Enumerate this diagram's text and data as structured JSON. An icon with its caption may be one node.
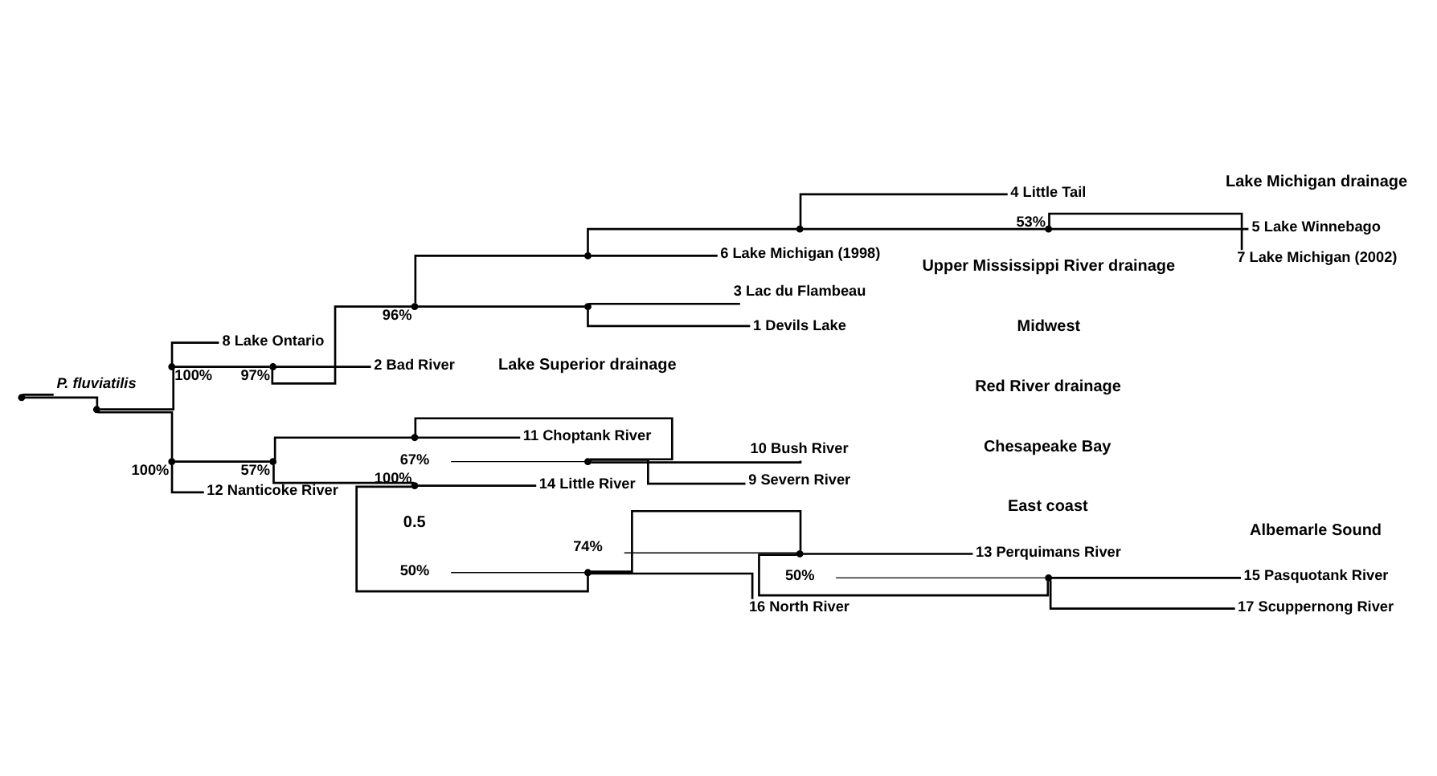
{
  "diagram": {
    "nodes": [
      {
        "text": [],
        "shape": "point"
      },
      {
        "text": [
          "P. fluviatilis"
        ]
      },
      {
        "text": [],
        "shape": "point"
      },
      {
        "text": [],
        "shape": "point",
        "beside": [
          "100%"
        ]
      },
      {
        "text": [
          "8 Lake Ontario"
        ]
      },
      {
        "text": [],
        "shape": "point",
        "beside": [
          "97%"
        ]
      },
      {
        "text": [
          "2 Bad River"
        ]
      },
      {
        "text": [],
        "shape": "point",
        "beside": [
          "96%"
        ]
      },
      {
        "text": [],
        "shape": "point"
      },
      {
        "text": [
          "6 Lake Michigan (1998)"
        ]
      },
      {
        "text": [],
        "shape": "point"
      },
      {
        "text": [],
        "shape": "point",
        "beside": [
          "53%"
        ]
      },
      {
        "text": [
          "7 Lake Michigan (2002)"
        ]
      },
      {
        "text": [
          "5 Lake Winnebago"
        ]
      },
      {
        "text": [
          "4 Little Tail"
        ]
      },
      {
        "text": [],
        "shape": "point"
      },
      {
        "text": [
          "1 Devils Lake"
        ]
      },
      {
        "text": [
          "3 Lac du Flambeau"
        ]
      },
      {
        "text": [],
        "shape": "point",
        "beside": [
          "100%"
        ]
      },
      {
        "text": [],
        "shape": "point",
        "beside": [
          "57%"
        ]
      },
      {
        "text": [],
        "shape": "point",
        "beside": [
          "100%"
        ]
      },
      {
        "text": [],
        "shape": "point"
      },
      {
        "text": [],
        "shape": "point"
      },
      {
        "text": [],
        "shape": "point"
      },
      {
        "text": [
          "17 Scuppernong River"
        ]
      },
      {
        "text": [
          "15 Pasquotank River"
        ]
      },
      {
        "text": [
          "13 Perquimans River"
        ]
      },
      {
        "text": [
          "16 North River"
        ]
      },
      {
        "text": [
          "14 Little River"
        ]
      },
      {
        "text": [],
        "shape": "point"
      },
      {
        "text": [],
        "shape": "point"
      },
      {
        "text": [
          "9 Severn River"
        ]
      },
      {
        "text": [
          "10 Bush River"
        ]
      },
      {
        "text": [
          "11 Choptank River"
        ]
      },
      {
        "text": [
          "12 Nanticoke River"
        ]
      },
      {
        "text": [
          "50%"
        ]
      },
      {
        "text": [
          "74%"
        ]
      },
      {
        "text": [
          "50%"
        ]
      },
      {
        "text": [
          "67%"
        ]
      }
    ],
    "edges": [
      {
        "from": 0,
        "to": 1,
        "arrow": "none"
      },
      {
        "from": 0,
        "to": 2,
        "arrow": "none"
      },
      {
        "from": 2,
        "to": 3,
        "arrow": "none"
      },
      {
        "from": 3,
        "to": 5,
        "arrow": "none"
      },
      {
        "from": 3,
        "to": 4,
        "arrow": "none"
      },
      {
        "from": 5,
        "to": 7,
        "arrow": "none"
      },
      {
        "from": 5,
        "to": 6,
        "arrow": "none"
      },
      {
        "from": 7,
        "to": 8,
        "arrow": "none"
      },
      {
        "from": 8,
        "to": 9,
        "arrow": "none"
      },
      {
        "from": 8,
        "to": 10,
        "arrow": "none"
      },
      {
        "from": 10,
        "to": 11,
        "arrow": "none"
      },
      {
        "from": 11,
        "to": 12,
        "arrow": "none"
      },
      {
        "from": 11,
        "to": 13,
        "arrow": "none"
      },
      {
        "from": 10,
        "to": 14,
        "arrow": "none"
      },
      {
        "from": 7,
        "to": 15,
        "arrow": "none"
      },
      {
        "from": 15,
        "to": 16,
        "arrow": "none"
      },
      {
        "from": 15,
        "to": 17,
        "arrow": "none"
      },
      {
        "from": 2,
        "to": 18,
        "arrow": "none"
      },
      {
        "from": 18,
        "to": 19,
        "arrow": "none"
      },
      {
        "from": 19,
        "to": 20,
        "arrow": "none"
      },
      {
        "from": 20,
        "to": 21,
        "arrow": "none"
      },
      {
        "from": 21,
        "to": 22,
        "arrow": "none"
      },
      {
        "from": 22,
        "to": 23,
        "arrow": "none"
      },
      {
        "from": 23,
        "to": 24,
        "arrow": "none"
      },
      {
        "from": 23,
        "to": 25,
        "arrow": "none"
      },
      {
        "from": 22,
        "to": 26,
        "arrow": "none"
      },
      {
        "from": 21,
        "to": 27,
        "arrow": "none"
      },
      {
        "from": 20,
        "to": 28,
        "arrow": "none"
      },
      {
        "from": 19,
        "to": 29,
        "arrow": "none"
      },
      {
        "from": 29,
        "to": 30,
        "arrow": "none"
      },
      {
        "from": 30,
        "to": 31,
        "arrow": "none"
      },
      {
        "from": 30,
        "to": 32,
        "arrow": "none"
      },
      {
        "from": 29,
        "to": 33,
        "arrow": "none"
      },
      {
        "from": 18,
        "to": 34,
        "arrow": "none"
      },
      {
        "from": 35,
        "to": 23,
        "arrow": "none"
      },
      {
        "from": 36,
        "to": 22,
        "arrow": "none"
      },
      {
        "from": 37,
        "to": 21,
        "arrow": "none"
      },
      {
        "from": 38,
        "to": 30,
        "arrow": "none"
      }
    ],
    "labels": [
      "Lake Michigan drainage",
      "Midwest",
      "Red River drainage",
      "Upper Mississippi River drainage",
      "Lake Superior drainage",
      "Albemarle Sound",
      "East coast",
      "Chesapeake Bay",
      "0.5"
    ]
  }
}
